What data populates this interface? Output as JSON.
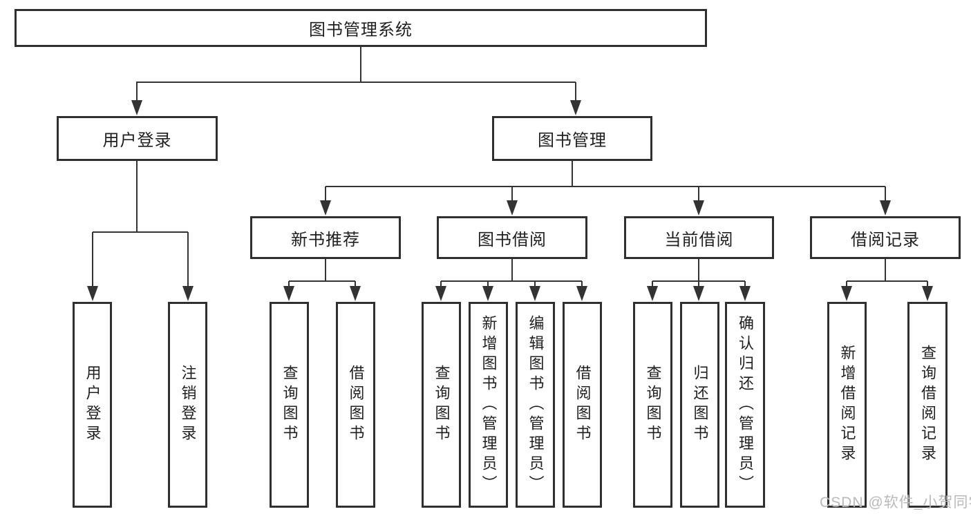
{
  "nodes": {
    "root": {
      "label": "图书管理系统"
    },
    "user_login": {
      "label": "用户登录"
    },
    "book_mgmt": {
      "label": "图书管理"
    },
    "new_book_rec": {
      "label": "新书推荐"
    },
    "book_borrow": {
      "label": "图书借阅"
    },
    "current_borrow": {
      "label": "当前借阅"
    },
    "borrow_records": {
      "label": "借阅记录"
    },
    "leaf_user_login": {
      "label": "用户登录"
    },
    "leaf_logout": {
      "label": "注销登录"
    },
    "leaf_nbr_query_book": {
      "label": "查询图书"
    },
    "leaf_nbr_borrow_book": {
      "label": "借阅图书"
    },
    "leaf_bb_query_book": {
      "label": "查询图书"
    },
    "leaf_bb_add_book": {
      "label": "新增图书（管理员）"
    },
    "leaf_bb_edit_book": {
      "label": "编辑图书（管理员）"
    },
    "leaf_bb_borrow_book": {
      "label": "借阅图书"
    },
    "leaf_cb_query_book": {
      "label": "查询图书"
    },
    "leaf_cb_return_book": {
      "label": "归还图书"
    },
    "leaf_cb_confirm_return": {
      "label": "确认归还（管理员）"
    },
    "leaf_br_add_record": {
      "label": "新增借阅记录"
    },
    "leaf_br_query_record": {
      "label": "查询借阅记录"
    }
  },
  "watermark": "CSDN @软件_小贺同学",
  "colors": {
    "line": "#333333",
    "box_border": "#2f2f2f",
    "text": "#1f1f1f",
    "watermark": "#b9b9b9",
    "background": "#ffffff"
  }
}
